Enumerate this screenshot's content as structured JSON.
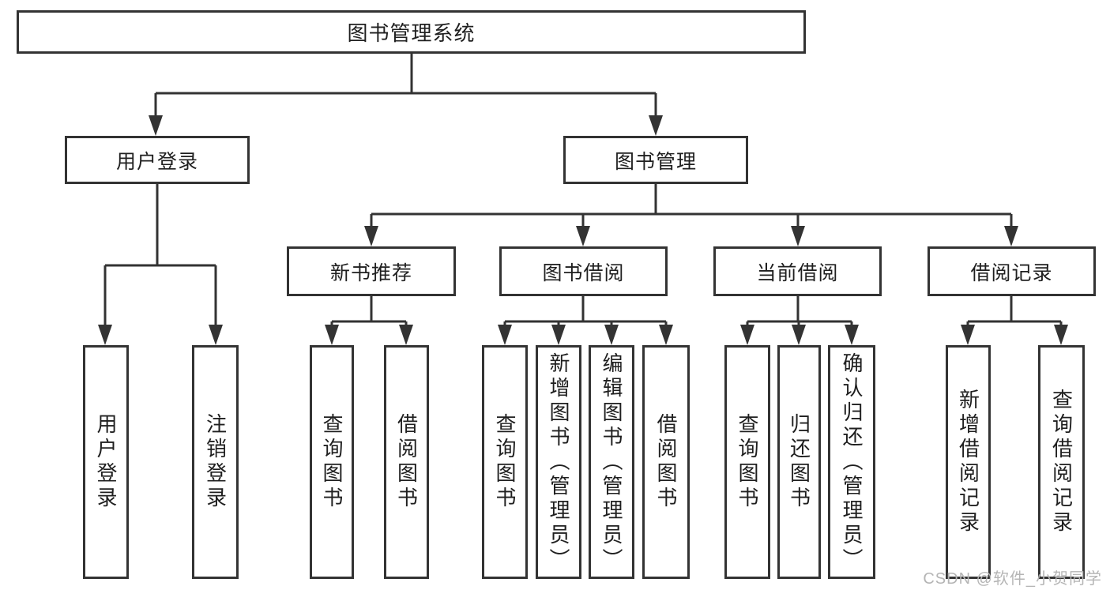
{
  "title": "图书管理系统",
  "tree": {
    "root": {
      "label": "图书管理系统"
    },
    "branches": [
      {
        "label": "用户登录",
        "children": [
          {
            "label": "用户登录"
          },
          {
            "label": "注销登录"
          }
        ]
      },
      {
        "label": "图书管理",
        "children": [
          {
            "label": "新书推荐",
            "children": [
              {
                "label": "查询图书"
              },
              {
                "label": "借阅图书"
              }
            ]
          },
          {
            "label": "图书借阅",
            "children": [
              {
                "label": "查询图书"
              },
              {
                "label": "新增图书（管理员）"
              },
              {
                "label": "编辑图书（管理员）"
              },
              {
                "label": "借阅图书"
              }
            ]
          },
          {
            "label": "当前借阅",
            "children": [
              {
                "label": "查询图书"
              },
              {
                "label": "归还图书"
              },
              {
                "label": "确认归还（管理员）"
              }
            ]
          },
          {
            "label": "借阅记录",
            "children": [
              {
                "label": "新增借阅记录"
              },
              {
                "label": "查询借阅记录"
              }
            ]
          }
        ]
      }
    ]
  },
  "watermark": "CSDN @软件_小贺同学",
  "colors": {
    "line": "#333333",
    "box_border": "#333333",
    "text": "#1f1f1f",
    "watermark": "#b5b5b5",
    "background": "#ffffff"
  }
}
